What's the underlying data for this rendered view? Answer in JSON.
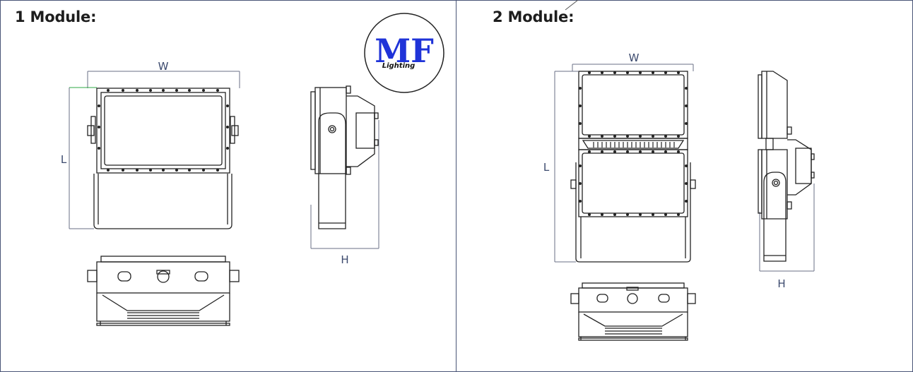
{
  "modules": [
    {
      "title": "1 Module:",
      "dim_w": "W",
      "dim_l": "L",
      "dim_h": "H"
    },
    {
      "title": "2 Module:",
      "dim_w": "W",
      "dim_l": "L",
      "dim_h": "H"
    }
  ],
  "logo": {
    "mark": "MF",
    "sub": "Lighting",
    "color": "#1f33d8"
  },
  "colors": {
    "line": "#222222",
    "dimension": "#6a6f86",
    "frame": "#4a5577"
  }
}
